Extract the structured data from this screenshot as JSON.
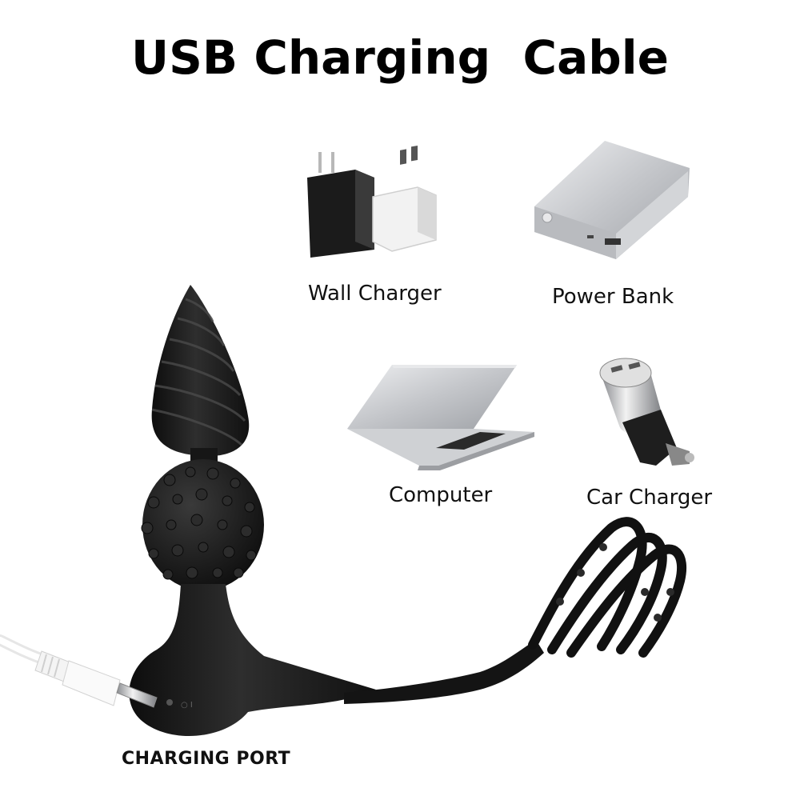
{
  "header": {
    "title": "USB Charging  Cable"
  },
  "sources": [
    {
      "label": "Wall Charger",
      "icon": "wall-charger-icon"
    },
    {
      "label": "Power Bank",
      "icon": "power-bank-icon"
    },
    {
      "label": "Computer",
      "icon": "laptop-icon"
    },
    {
      "label": "Car Charger",
      "icon": "car-charger-icon"
    }
  ],
  "product": {
    "port_label": "CHARGING PORT"
  },
  "colors": {
    "product_black": "#1a1a1a",
    "silver": "#c9cacc",
    "text": "#111111"
  }
}
